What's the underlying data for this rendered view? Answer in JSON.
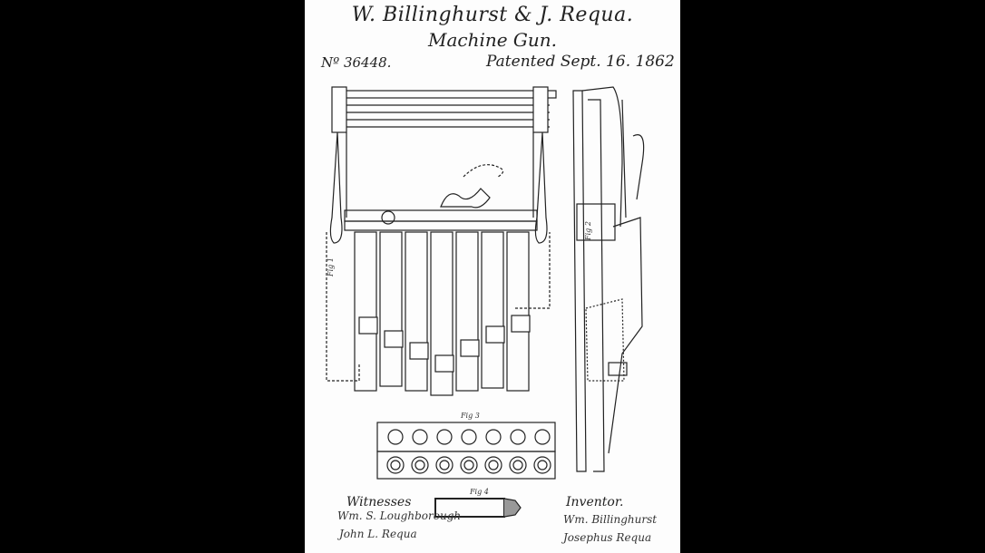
{
  "patent": {
    "title": "W. Billinghurst & J. Requa.",
    "subtitle": "Machine Gun.",
    "number": "Nº 36448.",
    "date": "Patented Sept. 16. 1862"
  },
  "figures": {
    "fig1": "Fig 1",
    "fig2": "Fig 2",
    "fig3": "Fig 3",
    "fig4": "Fig 4"
  },
  "witnesses": {
    "label": "Witnesses",
    "names": [
      "Wm. S. Loughborough",
      "John L. Requa"
    ]
  },
  "inventor": {
    "label": "Inventor.",
    "names": [
      "Wm. Billinghurst",
      "Josephus Requa"
    ]
  },
  "colors": {
    "background": "#000000",
    "paper": "#fdfdfd",
    "ink": "#222222"
  }
}
